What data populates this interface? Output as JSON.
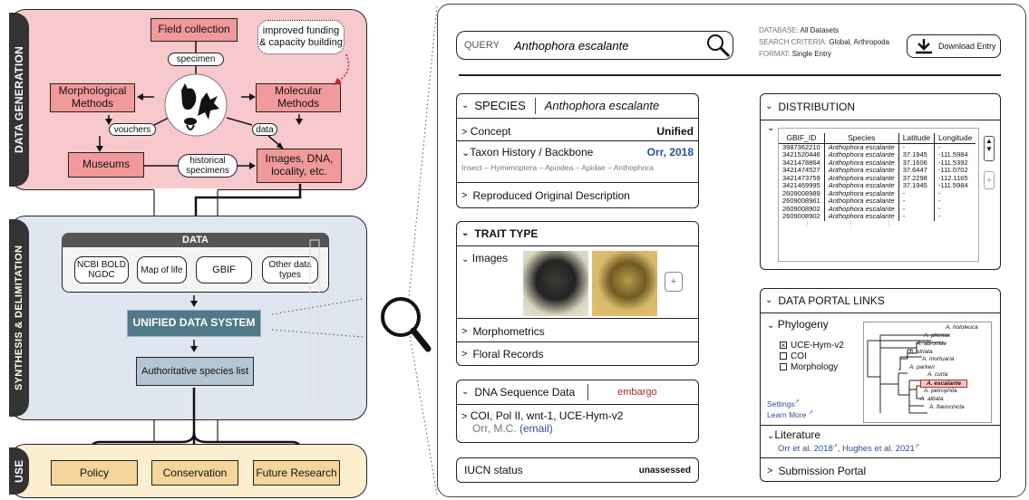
{
  "left": {
    "generation": {
      "label": "DATA GENERATION",
      "field_collection": "Field collection",
      "improved_funding": "improved funding & capacity building",
      "specimen": "specimen",
      "morphological": "Morphological Methods",
      "molecular": "Molecular Methods",
      "vouchers": "vouchers",
      "data": "data",
      "museums": "Museums",
      "historical": "historical specimens",
      "images_dna": "Images, DNA, locality, etc."
    },
    "synthesis": {
      "label": "SYNTHESIS & DELIMITATION",
      "data_header": "DATA",
      "items": [
        "NCBI BOLD NGDC",
        "Map of life",
        "GBIF",
        "Other data types"
      ],
      "unified": "UNIFIED DATA SYSTEM",
      "authoritative": "Authoritative species list"
    },
    "use": {
      "label": "USE",
      "items": [
        "Policy",
        "Conservation",
        "Future Research"
      ]
    }
  },
  "portal": {
    "query_label": "QUERY",
    "query_value": "Anthophora escalante",
    "meta": {
      "database_key": "DATABASE:",
      "database_val": "All Datasets",
      "criteria_key": "SEARCH CRITERIA:",
      "criteria_val": "Global, Arthropoda",
      "format_key": "FORMAT:",
      "format_val": "Single Entry"
    },
    "download_label": "Download Entry",
    "species": {
      "label": "SPECIES",
      "name": "Anthophora escalante",
      "concept_label": "Concept",
      "concept_value": "Unified",
      "taxon_label": "Taxon History / Backbone",
      "taxon_value": "Orr, 2018",
      "taxon_path": "Insect – Hymenoptera – Apoidea – Apidae – Anthophora",
      "reproduced": "Reproduced Original Description"
    },
    "trait": {
      "label": "TRAIT TYPE",
      "images": "Images",
      "plus": "+",
      "morphometrics": "Morphometrics",
      "floral": "Floral Records"
    },
    "dna": {
      "label": "DNA Sequence Data",
      "status": "embargo",
      "markers": "COI, Pol II, wnt-1, UCE-Hym-v2",
      "author": "Orr, M.C.",
      "email": "(email)"
    },
    "iucn": {
      "label": "IUCN status",
      "value": "unassessed"
    },
    "distribution": {
      "label": "DISTRIBUTION",
      "columns": [
        "GBIF_ID",
        "Species",
        "Latitude",
        "Longitude"
      ],
      "rows": [
        [
          "3987362210",
          "Anthophora escalante",
          "-",
          "-"
        ],
        [
          "3421520446",
          "Anthophora escalante",
          "37.1945",
          "-111.5984"
        ],
        [
          "3421478864",
          "Anthophora escalante",
          "37.1606",
          "-111.5392"
        ],
        [
          "3421474527",
          "Anthophora escalante",
          "37.6447",
          "-111.0702"
        ],
        [
          "3421473759",
          "Anthophora escalante",
          "37.2298",
          "-112.1165"
        ],
        [
          "3421469995",
          "Anthophora escalante",
          "37.1945",
          "-111.5984"
        ],
        [
          "2609008989",
          "Anthophora escalante",
          "-",
          "-"
        ],
        [
          "2609008961",
          "Anthophora escalante",
          "-",
          "-"
        ],
        [
          "2609008902",
          "Anthophora escalante",
          "-",
          "-"
        ],
        [
          "2609008902",
          "Anthophora escalante",
          "-",
          "-"
        ]
      ]
    },
    "links": {
      "label": "DATA PORTAL LINKS",
      "phylogeny": "Phylogeny",
      "options": [
        {
          "label": "UCE-Hym-v2",
          "checked": true
        },
        {
          "label": "COI",
          "checked": false
        },
        {
          "label": "Morphology",
          "checked": false
        }
      ],
      "settings": "Settings",
      "learn_more": "Learn More",
      "tree_taxa": [
        "A. hololeuca",
        "A. phenax",
        "A. abroniae",
        "A. striata",
        "A. mortuaria",
        "A. parkeri",
        "A. curta",
        "A. escalante",
        "A. petrophila",
        "A. albata",
        "A. flavocincta"
      ],
      "literature": "Literature",
      "lit_1": "Orr et al. 2018",
      "lit_2": "Hughes et al. 2021",
      "submission": "Submission Portal"
    }
  },
  "colors": {
    "generation_bg": "#f7c9cd",
    "red_box": "#f2999b",
    "synthesis_bg": "#dfe6ef",
    "unified_bg": "#4f7a87",
    "use_bg": "#fbefcf",
    "use_box": "#f6d59a",
    "link_blue": "#2b4fa3",
    "embargo_red": "#c0262a"
  }
}
